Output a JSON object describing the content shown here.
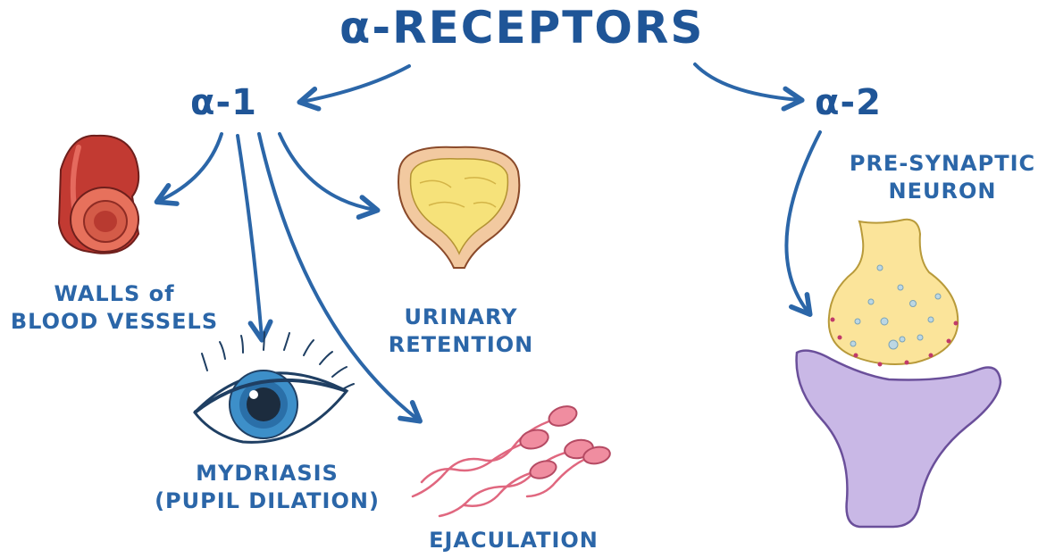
{
  "title": "α-RECEPTORS",
  "alpha1": "α-1",
  "alpha2": "α-2",
  "labels": {
    "walls_line1": "WALLS of",
    "walls_line2": "BLOOD VESSELS",
    "urinary_line1": "URINARY",
    "urinary_line2": "RETENTION",
    "mydriasis_line1": "MYDRIASIS",
    "mydriasis_line2": "(PUPIL DILATION)",
    "ejaculation": "EJACULATION",
    "presynaptic_line1": "PRE-SYNAPTIC",
    "presynaptic_line2": "NEURON"
  },
  "colors": {
    "ink": "#2b66a8",
    "vessel": "#c23a32",
    "bladder_fill": "#f6e27a",
    "bladder_wall": "#f2c9a0",
    "iris": "#3d8fc9",
    "sperm": "#f08da0",
    "neuron_pre": "#fbe49a",
    "neuron_post": "#c9b8e6"
  },
  "icons": [
    "blood-vessel-icon",
    "bladder-icon",
    "eye-icon",
    "sperm-icon",
    "synapse-icon"
  ]
}
